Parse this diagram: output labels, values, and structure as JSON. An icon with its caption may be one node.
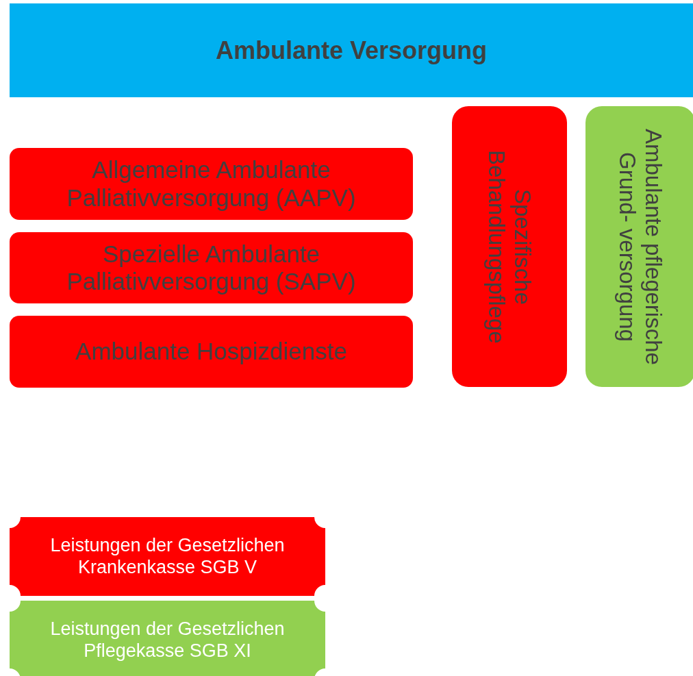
{
  "diagram": {
    "nodes": [
      {
        "text": [
          "Ambulante Versorgung"
        ]
      },
      {
        "text": [
          "Allgemeine Ambulante Palliativversorgung (AAPV)"
        ]
      },
      {
        "text": [
          "Spezielle Ambulante Palliativversorgung (SAPV)"
        ]
      },
      {
        "text": [
          "Ambulante Hospizdienste"
        ]
      },
      {
        "text": [
          "Spezifische Behandlungspflege"
        ]
      },
      {
        "text": [
          "Ambulante pflegerische Grund- versorgung"
        ]
      },
      {
        "text": [
          "Leistungen der Gesetzlichen Krankenkasse SGB V"
        ]
      },
      {
        "text": [
          "Leistungen der Gesetzlichen Pflegekasse SGB XI"
        ]
      }
    ],
    "edges": []
  }
}
